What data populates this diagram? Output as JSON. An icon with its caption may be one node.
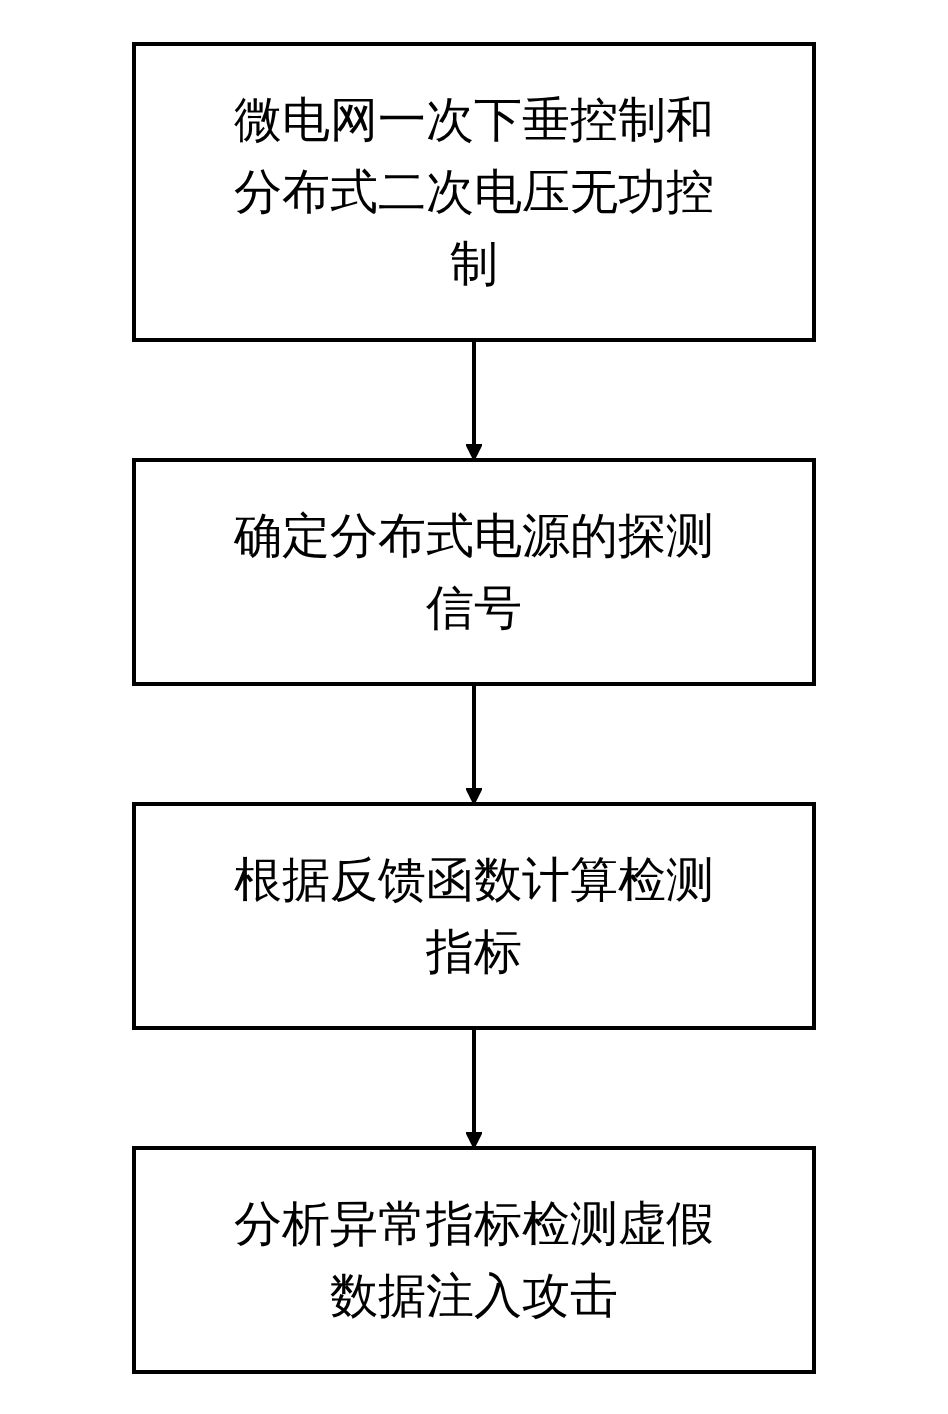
{
  "diagram": {
    "nodes": [
      {
        "text": [
          "微电网一次下垂控制和分布式二次电压无功控制"
        ]
      },
      {
        "text": [
          "确定分布式电源的探测信号"
        ]
      },
      {
        "text": [
          "根据反馈函数计算检测指标"
        ]
      },
      {
        "text": [
          "分析异常指标检测虚假数据注入攻击"
        ]
      }
    ],
    "edges": [
      {
        "from": 0,
        "to": 1,
        "arrow": "to"
      },
      {
        "from": 1,
        "to": 2,
        "arrow": "to"
      },
      {
        "from": 2,
        "to": 3,
        "arrow": "to"
      }
    ]
  }
}
